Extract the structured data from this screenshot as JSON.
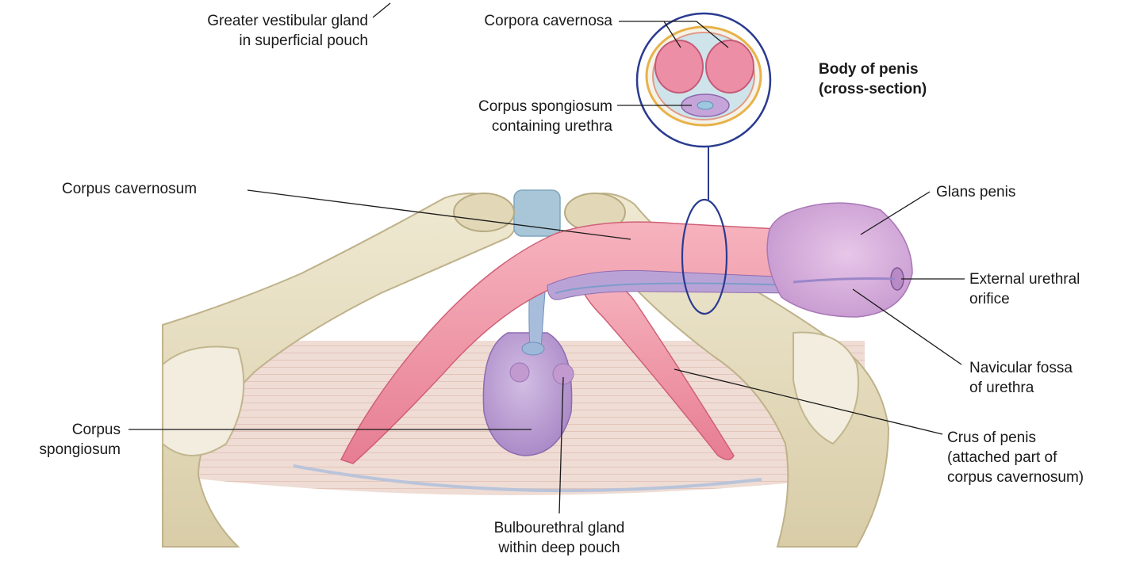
{
  "labels": {
    "greater_vestibular_gland": [
      "Greater vestibular gland",
      "in superficial pouch"
    ],
    "corpora_cavernosa": [
      "Corpora cavernosa"
    ],
    "body_of_penis": [
      "Body of penis",
      "(cross-section)"
    ],
    "corpus_spongiosum_urethra": [
      "Corpus spongiosum",
      "containing urethra"
    ],
    "corpus_cavernosum": [
      "Corpus cavernosum"
    ],
    "glans_penis": [
      "Glans penis"
    ],
    "external_urethral_orifice": [
      "External urethral",
      "orifice"
    ],
    "navicular_fossa": [
      "Navicular fossa",
      "of urethra"
    ],
    "corpus_spongiosum": [
      "Corpus",
      "spongiosum"
    ],
    "crus_of_penis": [
      "Crus of penis",
      "(attached part of",
      "corpus cavernosum)"
    ],
    "bulbourethral_gland": [
      "Bulbourethral gland",
      "within deep pouch"
    ]
  },
  "colors": {
    "bone": "#e7dfc3",
    "bone_shadow": "#c9bd96",
    "erectile_pink": "#ee8a9c",
    "spongiosum_purple": "#bda2d4",
    "glans_purple": "#d7b1dc",
    "urethra_blue": "#8fb5d6",
    "membrane": "#ecd8d0",
    "outline_blue": "#2a3b8f"
  }
}
